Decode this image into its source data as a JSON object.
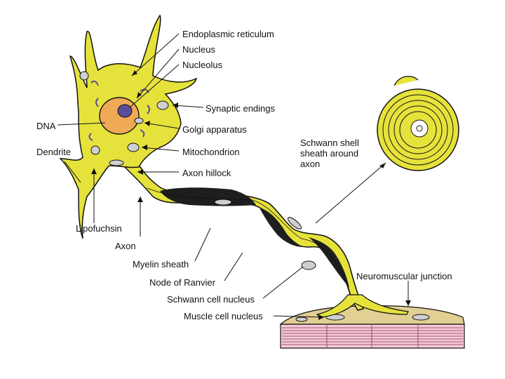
{
  "colors": {
    "cell_fill": "#e6e23c",
    "outline": "#111111",
    "nucleus": "#f0aa55",
    "nucleolus": "#5a4d9a",
    "organelle_fill": "#cfcfcf",
    "myelin_dark": "#1e1e1e",
    "muscle_pink": "#f6c8d8",
    "muscle_top": "#e1cf93",
    "leader_line": "#111111"
  },
  "labels": {
    "endoplasmic_reticulum": "Endoplasmic reticulum",
    "nucleus": "Nucleus",
    "nucleolus": "Nucleolus",
    "synaptic_endings": "Synaptic endings",
    "dna": "DNA",
    "golgi_apparatus": "Golgi apparatus",
    "dendrite": "Dendrite",
    "mitochondrion": "Mitochondrion",
    "axon_hillock": "Axon hillock",
    "schwann_shell": "Schwann shell sheath around axon",
    "lipofuchsin": "Lipofuchsin",
    "axon": "Axon",
    "myelin_sheath": "Myelin sheath",
    "node_of_ranvier": "Node of Ranvier",
    "neuromuscular_junction": "Neuromuscular junction",
    "schwann_cell_nucleus": "Schwann cell nucleus",
    "muscle_cell_nucleus": "Muscle cell nucleus"
  }
}
